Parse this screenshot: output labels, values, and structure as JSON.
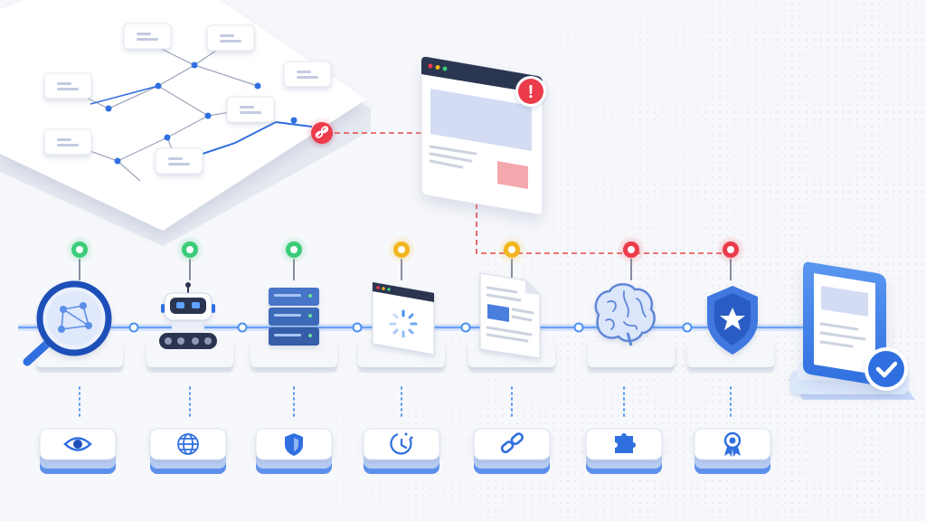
{
  "colors": {
    "accent": "#2f6fe0",
    "accent_light": "#6fa2f5",
    "pipeline_line": "#4a90f0",
    "ok": "#3ccb7a",
    "warn": "#f2b51f",
    "error": "#ec3b4b",
    "link_dashed": "#e5484d",
    "platform": "#eef0f5"
  },
  "pipeline": {
    "stages": [
      {
        "icon": "magnifier-network-icon",
        "status": "ok",
        "bottom_icon": "eye-icon"
      },
      {
        "icon": "robot-crawler-icon",
        "status": "ok",
        "bottom_icon": "globe-icon"
      },
      {
        "icon": "server-stack-icon",
        "status": "ok",
        "bottom_icon": "shield-icon"
      },
      {
        "icon": "loading-window-icon",
        "status": "warn",
        "bottom_icon": "timer-icon"
      },
      {
        "icon": "document-icon",
        "status": "warn",
        "bottom_icon": "link-icon"
      },
      {
        "icon": "brain-icon",
        "status": "error",
        "bottom_icon": "puzzle-icon"
      },
      {
        "icon": "shield-star-icon",
        "status": "error",
        "bottom_icon": "award-ribbon-icon"
      }
    ],
    "final": {
      "icon": "verified-window-icon",
      "badge": "checkmark-icon"
    }
  },
  "site_map": {
    "node_count": 9,
    "broken_link": {
      "icon": "broken-link-icon"
    }
  },
  "error_page": {
    "icon": "browser-window-icon",
    "badge_text": "!",
    "badge_icon": "error-badge-icon"
  }
}
